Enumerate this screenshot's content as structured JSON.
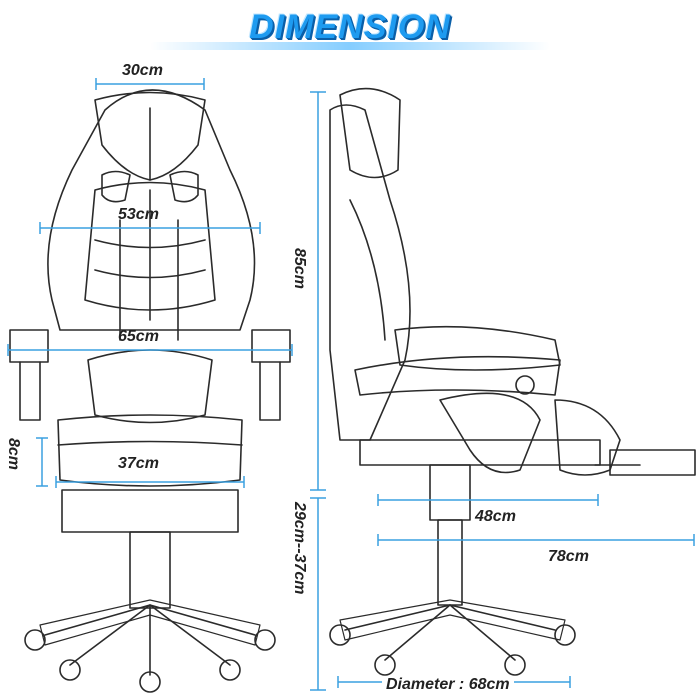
{
  "title": "DIMENSION",
  "colors": {
    "accent": "#1e9bf0",
    "dimension_line": "#3aa0e0",
    "outline": "#2b2b2b"
  },
  "dimensions": {
    "headrest_width": "30cm",
    "back_width": "53cm",
    "armrest_width": "65cm",
    "seat_width": "37cm",
    "seat_cushion_thickness": "8cm",
    "back_height": "85cm",
    "seat_height_range": "29cm--37cm",
    "seat_depth": "48cm",
    "total_depth": "78cm",
    "base_diameter": "Diameter : 68cm"
  }
}
